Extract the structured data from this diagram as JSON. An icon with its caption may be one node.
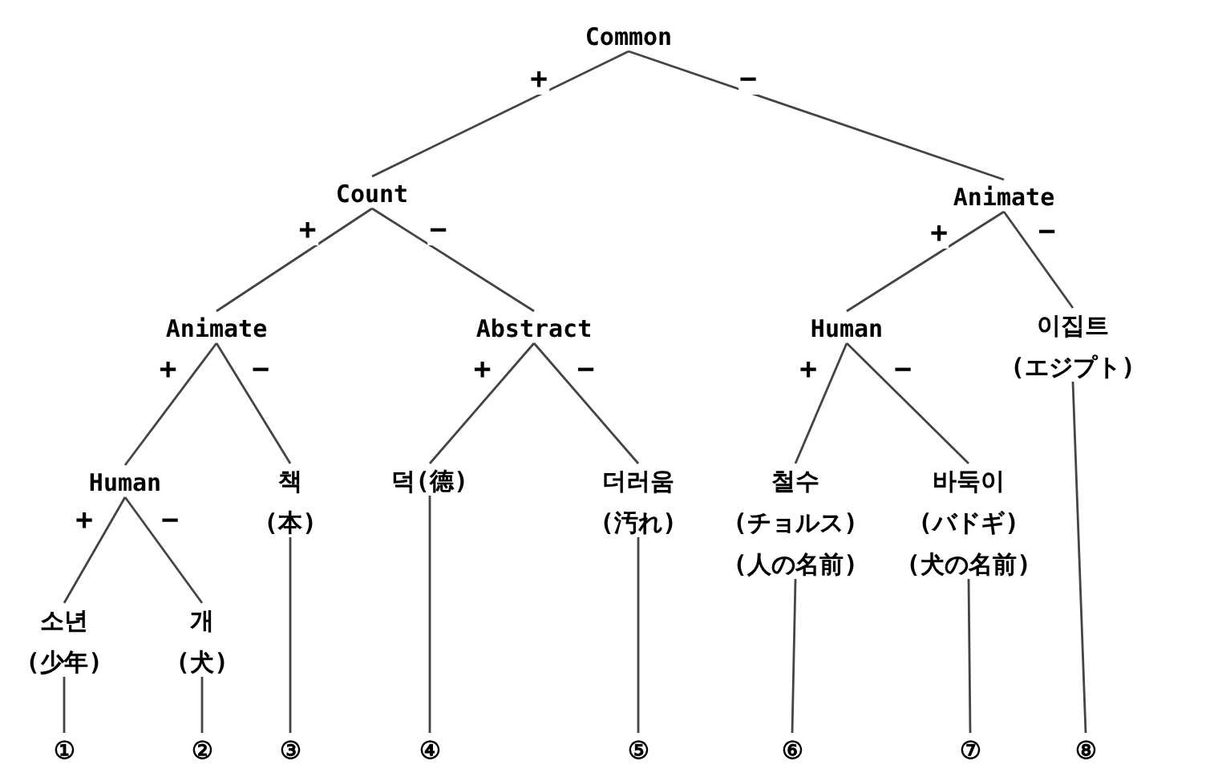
{
  "diagram": {
    "nodes": [
      {
        "text": [
          "Common"
        ]
      },
      {
        "text": [
          "Count"
        ]
      },
      {
        "text": [
          "Animate"
        ]
      },
      {
        "text": [
          "Animate"
        ]
      },
      {
        "text": [
          "Abstract"
        ]
      },
      {
        "text": [
          "Human"
        ]
      },
      {
        "text": [
          "이집트",
          "(エジプト)"
        ]
      },
      {
        "text": [
          "Human"
        ]
      },
      {
        "text": [
          "책",
          "(本)"
        ]
      },
      {
        "text": [
          "덕(德)"
        ]
      },
      {
        "text": [
          "더러움",
          "(汚れ)"
        ]
      },
      {
        "text": [
          "철수",
          "(チョルス)",
          "(人の名前)"
        ]
      },
      {
        "text": [
          "바둑이",
          "(バドギ)",
          "(犬の名前)"
        ]
      },
      {
        "text": [
          "소년",
          "(少年)"
        ]
      },
      {
        "text": [
          "개",
          "(犬)"
        ]
      },
      {
        "text": [
          "①"
        ]
      },
      {
        "text": [
          "②"
        ]
      },
      {
        "text": [
          "③"
        ]
      },
      {
        "text": [
          "④"
        ]
      },
      {
        "text": [
          "⑤"
        ]
      },
      {
        "text": [
          "⑥"
        ]
      },
      {
        "text": [
          "⑦"
        ]
      },
      {
        "text": [
          "⑧"
        ]
      }
    ],
    "edges": [
      {
        "from": 0,
        "to": 1,
        "arrow": "none",
        "label": "+"
      },
      {
        "from": 0,
        "to": 2,
        "arrow": "none",
        "label": "−"
      },
      {
        "from": 1,
        "to": 3,
        "arrow": "none",
        "label": "+"
      },
      {
        "from": 1,
        "to": 4,
        "arrow": "none",
        "label": "−"
      },
      {
        "from": 2,
        "to": 5,
        "arrow": "none",
        "label": "+"
      },
      {
        "from": 2,
        "to": 6,
        "arrow": "none",
        "label": "−"
      },
      {
        "from": 3,
        "to": 7,
        "arrow": "none",
        "label": "+"
      },
      {
        "from": 3,
        "to": 8,
        "arrow": "none",
        "label": "−"
      },
      {
        "from": 4,
        "to": 9,
        "arrow": "none",
        "label": "+"
      },
      {
        "from": 4,
        "to": 10,
        "arrow": "none",
        "label": "−"
      },
      {
        "from": 5,
        "to": 11,
        "arrow": "none",
        "label": "+"
      },
      {
        "from": 5,
        "to": 12,
        "arrow": "none",
        "label": "−"
      },
      {
        "from": 7,
        "to": 13,
        "arrow": "none",
        "label": "+"
      },
      {
        "from": 7,
        "to": 14,
        "arrow": "none",
        "label": "−"
      },
      {
        "from": 13,
        "to": 15,
        "arrow": "none"
      },
      {
        "from": 14,
        "to": 16,
        "arrow": "none"
      },
      {
        "from": 8,
        "to": 17,
        "arrow": "none"
      },
      {
        "from": 9,
        "to": 18,
        "arrow": "none"
      },
      {
        "from": 10,
        "to": 19,
        "arrow": "none"
      },
      {
        "from": 11,
        "to": 20,
        "arrow": "none"
      },
      {
        "from": 12,
        "to": 21,
        "arrow": "none"
      },
      {
        "from": 6,
        "to": 22,
        "arrow": "none"
      }
    ]
  }
}
